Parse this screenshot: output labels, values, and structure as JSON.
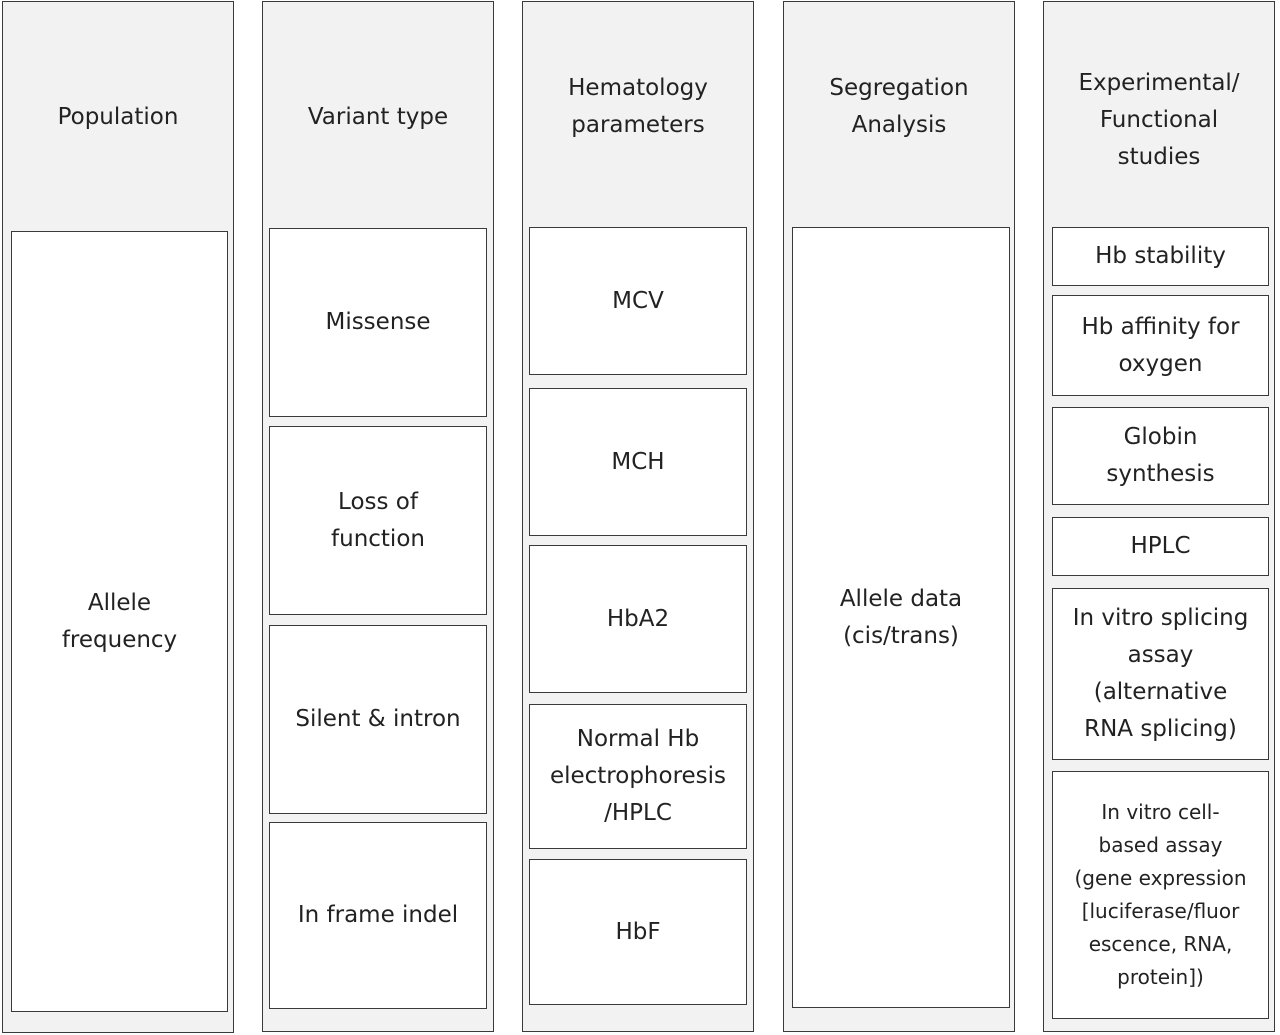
{
  "columns": [
    {
      "header": "Population",
      "items": [
        "Allele\nfrequency"
      ]
    },
    {
      "header": "Variant type",
      "items": [
        "Missense",
        "Loss of\nfunction",
        "Silent & intron",
        "In frame indel"
      ]
    },
    {
      "header": "Hematology\nparameters",
      "items": [
        "MCV",
        "MCH",
        "HbA2",
        "Normal Hb\nelectrophoresis\n/HPLC",
        "HbF"
      ]
    },
    {
      "header": "Segregation\nAnalysis",
      "items": [
        "Allele data\n(cis/trans)"
      ]
    },
    {
      "header": "Experimental/\nFunctional\nstudies",
      "items": [
        "Hb stability",
        "Hb affinity for\noxygen",
        "Globin\nsynthesis",
        "HPLC",
        "In vitro splicing\nassay\n(alternative\nRNA splicing)",
        "In vitro cell-\nbased assay\n(gene expression\n[luciferase/fluor\nescence, RNA,\nprotein])"
      ]
    }
  ]
}
